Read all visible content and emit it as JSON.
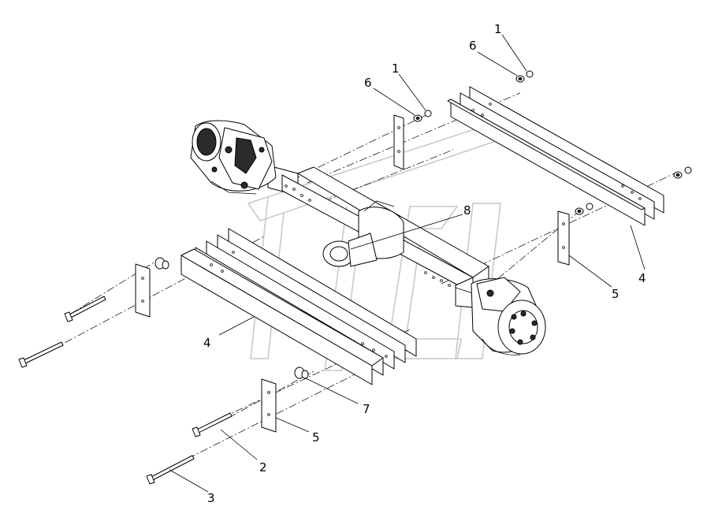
{
  "diagram": {
    "type": "exploded-assembly",
    "callouts": [
      {
        "id": "c1a",
        "text": "1"
      },
      {
        "id": "c6a",
        "text": "6"
      },
      {
        "id": "c1b",
        "text": "1"
      },
      {
        "id": "c6b",
        "text": "6"
      },
      {
        "id": "c8",
        "text": "8"
      },
      {
        "id": "c4a",
        "text": "4"
      },
      {
        "id": "c5a",
        "text": "5"
      },
      {
        "id": "c4b",
        "text": "4"
      },
      {
        "id": "c7",
        "text": "7"
      },
      {
        "id": "c5b",
        "text": "5"
      },
      {
        "id": "c2",
        "text": "2"
      },
      {
        "id": "c3",
        "text": "3"
      }
    ]
  }
}
